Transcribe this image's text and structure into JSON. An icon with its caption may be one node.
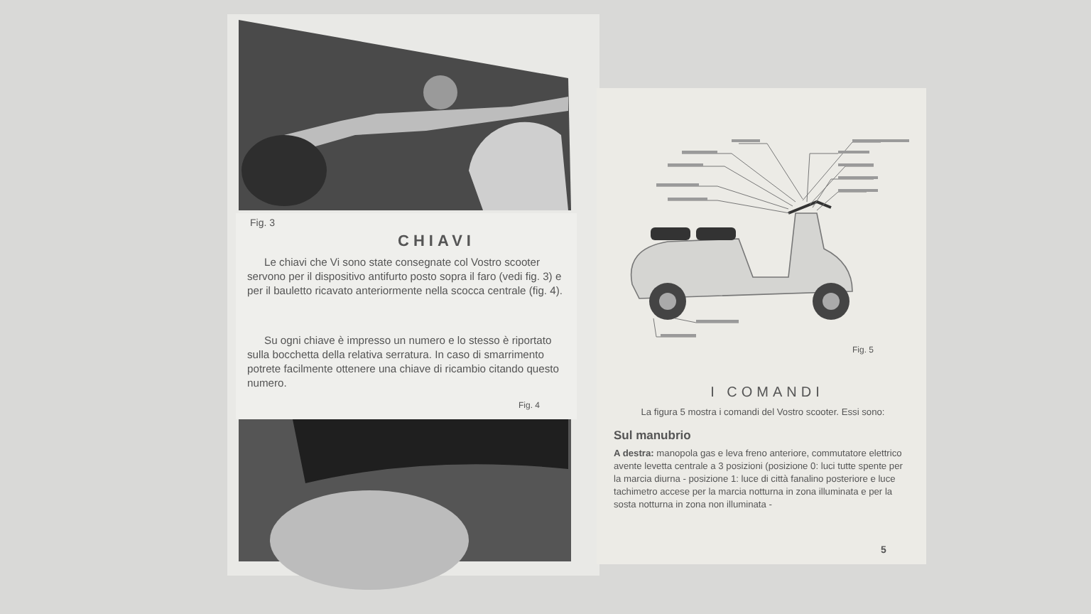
{
  "diagram": {
    "labels": [
      "Fig. 3",
      "CHIAVI",
      "Le chiavi che Vi sono state consegnate col Vostro scooter servono per il dispositivo antifurto posto sopra il faro (vedi fig. 3) e per il bauletto ricavato anteriormente nella scocca centrale (fig. 4).",
      "Su ogni chiave è impresso un numero e lo stesso è riportato sulla bocchetta della relativa serratura. In caso di smarrimento potrete facilmente ottenere una chiave di ricambio citando questo numero.",
      "Fig. 4",
      "Fig. 5",
      "I COMANDI",
      "La figura 5 mostra i comandi del Vostro scooter. Essi sono:",
      "Sul manubrio",
      "**A destra:** manopola gas e leva freno anteriore, commutatore elettrico avente levetta centrale a 3 posizioni (posizione 0: luci tutte spente per la marcia diurna - posizione 1: luce di città fanalino posteriore e luce tachimetro accese per la marcia notturna in zona illuminata e per la sosta notturna in zona non illuminata -",
      "5"
    ]
  }
}
